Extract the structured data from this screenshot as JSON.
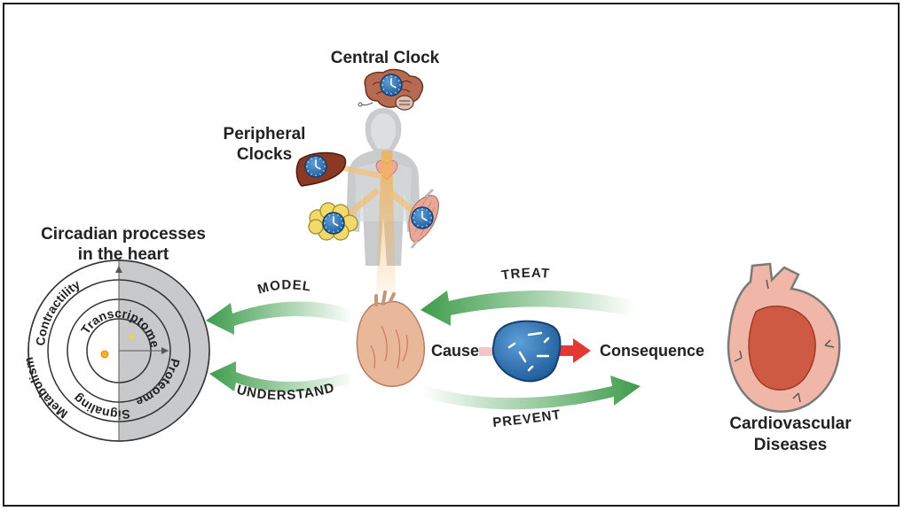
{
  "labels": {
    "central_clock": "Central Clock",
    "peripheral_clocks_line1": "Peripheral",
    "peripheral_clocks_line2": "Clocks",
    "circadian_line1": "Circadian processes",
    "circadian_line2": "in the heart",
    "cause": "Cause",
    "consequence": "Consequence",
    "cvd_line1": "Cardiovascular",
    "cvd_line2": "Diseases"
  },
  "arrows": {
    "model": "MODEL",
    "understand": "UNDERSTAND",
    "treat": "TREAT",
    "prevent": "PREVENT"
  },
  "rings": {
    "contractility": "Contractility",
    "metabolism": "Metabolism",
    "signaling": "Signaling",
    "transcriptome": "Transcriptome",
    "proteome": "Proteome"
  },
  "colors": {
    "arrow_green": "#3e9c4b",
    "clock_blue": "#2f73b5",
    "heart_skin": "#e9b79a",
    "cvd_red": "#d95b48",
    "red_arrow": "#e23a33",
    "body_gray": "#c9cbcd"
  }
}
